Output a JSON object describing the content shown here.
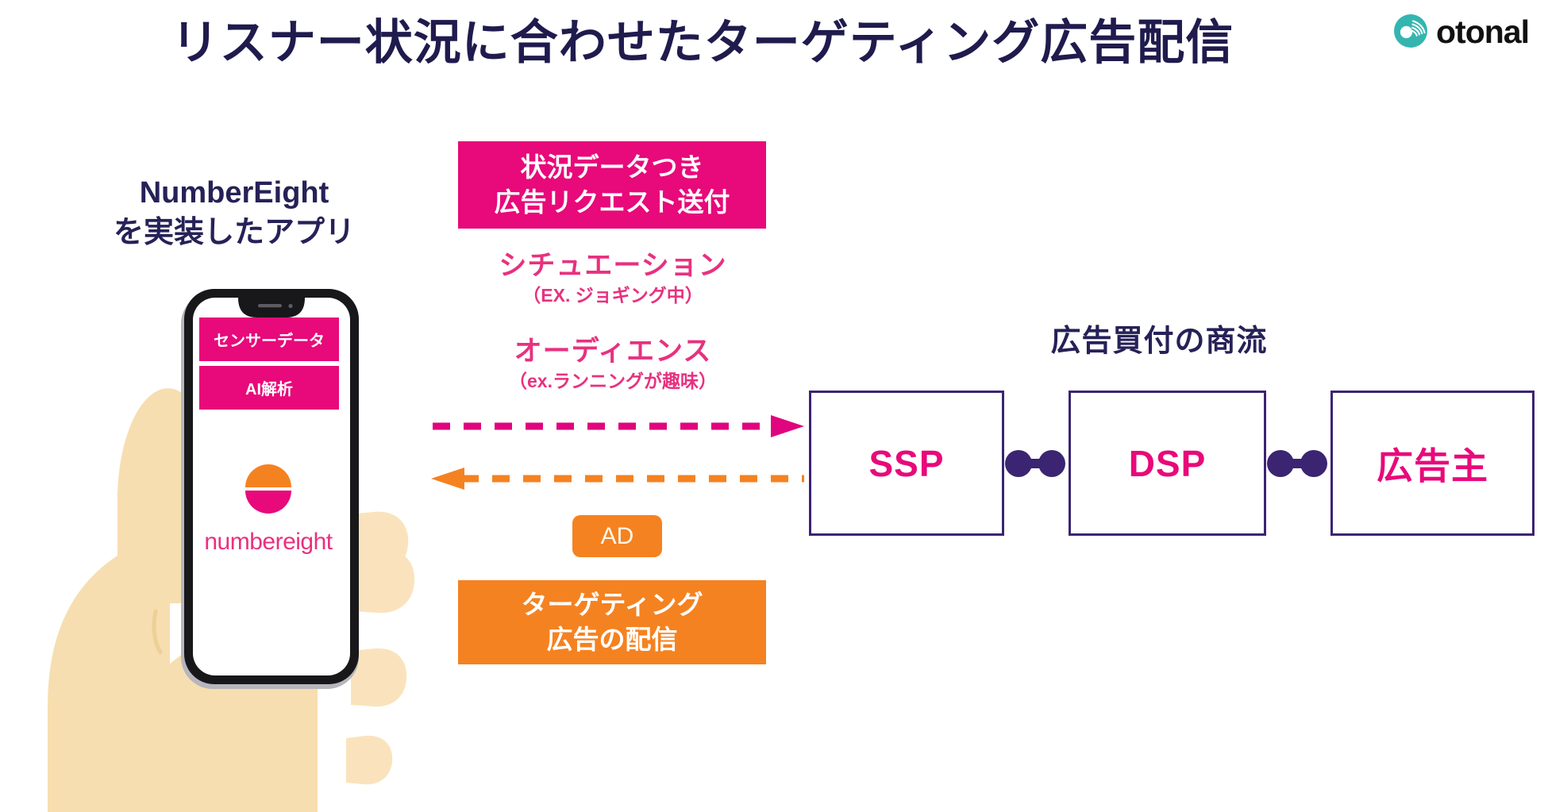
{
  "page": {
    "title": "リスナー状況に合わせたターゲティング広告配信",
    "background_color": "#ffffff"
  },
  "colors": {
    "navy": "#262157",
    "deep_purple": "#3B2472",
    "magenta": "#E8097A",
    "pink": "#E8317F",
    "orange": "#F58220",
    "teal": "#35B5B0",
    "skin": "#F7DEB0"
  },
  "logo": {
    "icon": "otonal-disc-icon",
    "wordmark": "otonal"
  },
  "left_panel": {
    "label_line1": "NumberEight",
    "label_line2": "を実装したアプリ",
    "phone": {
      "bars": [
        {
          "name": "sensor-data",
          "text": "センサーデータ"
        },
        {
          "name": "ai-analysis",
          "text": "AI解析"
        }
      ],
      "app_logo_icon": "numbereight-halfcircles-icon",
      "app_logo_text": "numbereight"
    }
  },
  "center_panel": {
    "request_banner": {
      "line1": "状況データつき",
      "line2": "広告リクエスト送付"
    },
    "situation": {
      "title": "シチュエーション",
      "example": "（EX. ジョギング中）"
    },
    "audience": {
      "title": "オーディエンス",
      "example": "（ex.ランニングが趣味）"
    },
    "arrow_request_icon": "dashed-arrow-right-icon",
    "arrow_delivery_icon": "dashed-arrow-left-icon",
    "ad_badge": "AD",
    "delivery_banner": {
      "line1": "ターゲティング",
      "line2": "広告の配信"
    }
  },
  "right_panel": {
    "heading": "広告買付の商流",
    "boxes": [
      {
        "name": "ssp",
        "label": "SSP"
      },
      {
        "name": "dsp",
        "label": "DSP"
      },
      {
        "name": "advertiser",
        "label": "広告主"
      }
    ],
    "connector_icon": "dumbbell-connector-icon"
  }
}
